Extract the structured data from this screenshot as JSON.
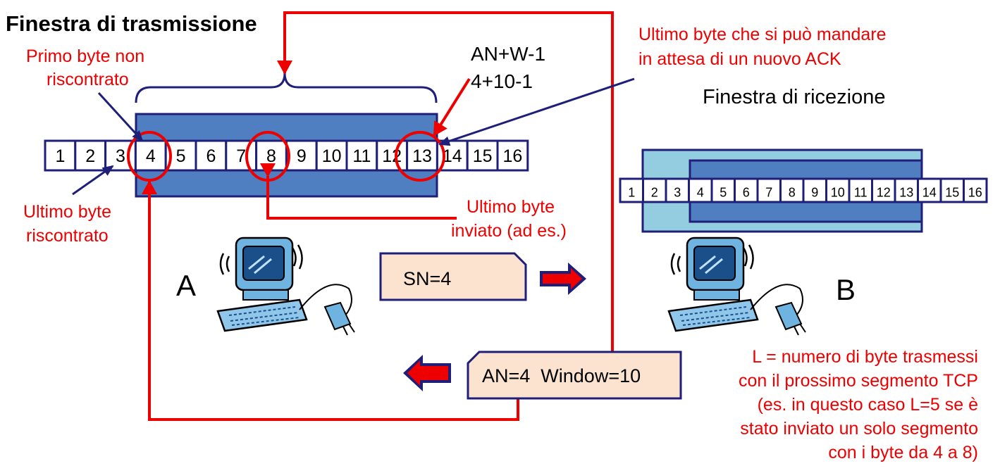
{
  "title": "Finestra di trasmissione",
  "receive_title": "Finestra di ricezione",
  "sender_label": "A",
  "receiver_label": "B",
  "send_bytes": [
    "1",
    "2",
    "3",
    "4",
    "5",
    "6",
    "7",
    "8",
    "9",
    "10",
    "11",
    "12",
    "13",
    "14",
    "15",
    "16"
  ],
  "recv_bytes": [
    "1",
    "2",
    "3",
    "4",
    "5",
    "6",
    "7",
    "8",
    "9",
    "10",
    "11",
    "12",
    "13",
    "14",
    "15",
    "16"
  ],
  "formula": [
    "AN+W-1",
    "4+10-1"
  ],
  "annotations": {
    "primo_byte": [
      "Primo byte non",
      "riscontrato"
    ],
    "ultimo_riscontrato": [
      "Ultimo byte",
      "riscontrato"
    ],
    "ultimo_inviato": [
      "Ultimo byte",
      "inviato (ad es.)"
    ],
    "ultimo_mandabile": [
      "Ultimo byte che si può mandare",
      "in attesa di un nuovo ACK"
    ],
    "length_note": [
      "L = numero di byte trasmessi",
      "con il prossimo segmento TCP",
      "(es. in questo caso L=5 se è",
      "stato inviato un solo segmento",
      "con i byte da 4 a 8)"
    ]
  },
  "segment_sent": "SN=4",
  "segment_ack": "AN=4  Window=10",
  "colors": {
    "red": "#ee0000",
    "navy": "#1f1f7a",
    "window_fill": "#4f7fc0",
    "recv_outer_fill": "#95cde0",
    "segment_fill": "#fbe3cf"
  }
}
